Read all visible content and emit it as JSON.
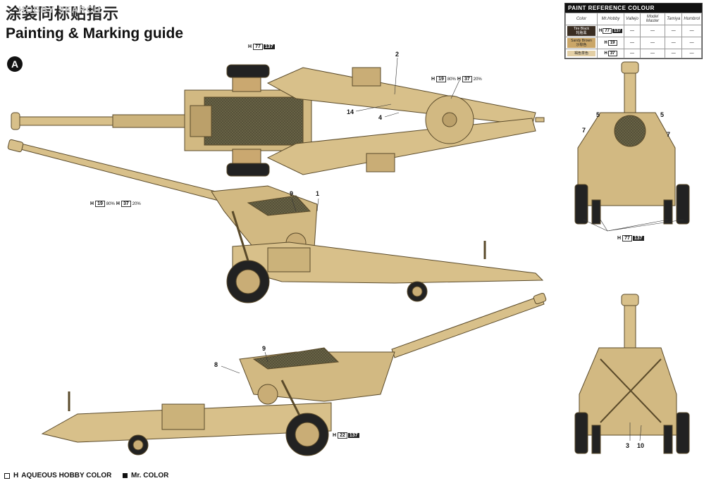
{
  "header": {
    "title_cn": "涂装同标贴指示",
    "title_en": "Painting & Marking guide",
    "watermark": "HOBBY SEARCH",
    "version_badge": "A"
  },
  "paint_table": {
    "title": "PAINT REFERENCE COLOUR",
    "columns": [
      "Color",
      "Mr.Hobby",
      "Vallejo",
      "Model Master",
      "Tamiya",
      "Humbrol"
    ],
    "rows": [
      {
        "name": "Tire Black",
        "name_cn": "轮胎黑",
        "swatch": "#3a2d22",
        "h": "H",
        "hobby": "77",
        "mr": "137",
        "vallejo": "—",
        "model_master": "—",
        "tamiya": "—",
        "humbrol": "—"
      },
      {
        "name": "Sandy Brown",
        "name_cn": "沙棕色",
        "swatch": "#caa668",
        "h": "H",
        "hobby": "19",
        "mr": "",
        "vallejo": "—",
        "model_master": "—",
        "tamiya": "—",
        "humbrol": "—"
      },
      {
        "name": "",
        "name_cn": "褐色茶色",
        "swatch": "#e3cfa5",
        "h": "H",
        "hobby": "37",
        "mr": "",
        "vallejo": "—",
        "model_master": "—",
        "tamiya": "—",
        "humbrol": "—"
      }
    ]
  },
  "callouts": {
    "top_tire": {
      "h": "H",
      "hobby": "77",
      "mr": "137"
    },
    "top_trail": {
      "h": "H",
      "hobby": "19",
      "pc1": "80%",
      "h2": "H",
      "hobby2": "37",
      "pc2": "20%"
    },
    "side_barrel": {
      "h": "H",
      "hobby": "19",
      "pc1": "80%",
      "h2": "H",
      "hobby2": "37",
      "pc2": "20%"
    },
    "front_tire": {
      "h": "H",
      "hobby": "77",
      "mr": "137"
    },
    "low_tire": {
      "h": "H",
      "hobby": "22",
      "mr": "137"
    }
  },
  "part_numbers": {
    "n1": "1",
    "n2": "2",
    "n3": "3",
    "n4": "4",
    "n5a": "5",
    "n5b": "5",
    "n7a": "7",
    "n7b": "7",
    "n8": "8",
    "n9a": "9",
    "n9b": "9",
    "n10": "10",
    "n14": "14"
  },
  "legend": {
    "hobby_mark": "H",
    "hobby": "AQUEOUS HOBBY COLOR",
    "mr": "Mr. COLOR"
  },
  "colors": {
    "body": "#d8c08a",
    "shade": "#b39a62",
    "tire": "#222222",
    "mesh": "#5e5a40"
  }
}
